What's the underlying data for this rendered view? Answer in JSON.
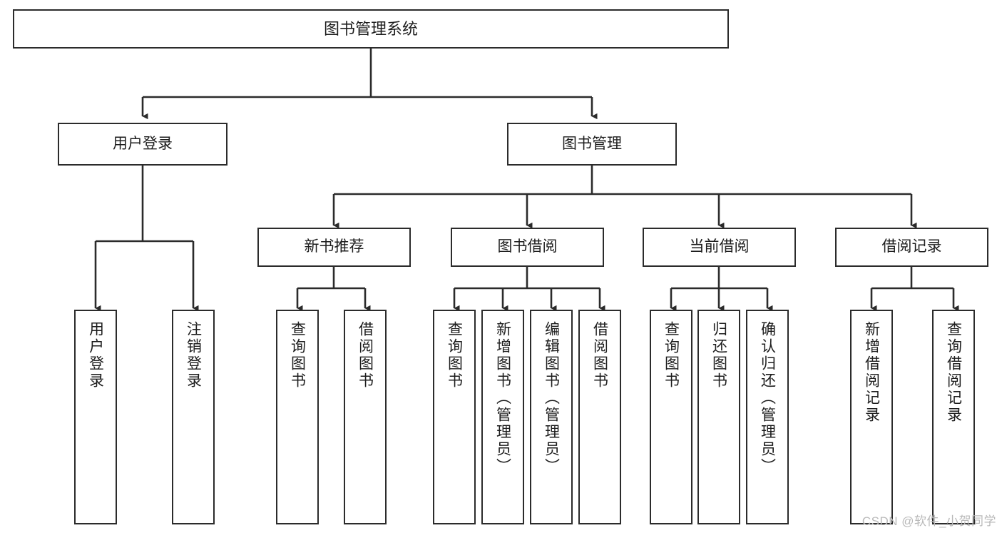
{
  "diagram": {
    "title": "图书管理系统",
    "type": "tree-hierarchy-diagram",
    "colors": {
      "background": "#ffffff",
      "stroke": "#2b2b2b",
      "text": "#1d1d1d",
      "watermark": "#b9b9b9"
    },
    "levels": {
      "root_label": "图书管理系统",
      "level2_labels": [
        "用户登录",
        "图书管理"
      ],
      "level3_labels": [
        "新书推荐",
        "图书借阅",
        "当前借阅",
        "借阅记录"
      ]
    },
    "nodes": {
      "root": {
        "label": "图书管理系统"
      },
      "user_login": {
        "label": "用户登录"
      },
      "book_manage": {
        "label": "图书管理"
      },
      "new_book_rec": {
        "label": "新书推荐"
      },
      "book_borrow": {
        "label": "图书借阅"
      },
      "current_borrow": {
        "label": "当前借阅"
      },
      "borrow_record": {
        "label": "借阅记录"
      }
    },
    "leaves": {
      "user_login_1": {
        "label": "用户登录"
      },
      "user_login_2": {
        "label": "注销登录"
      },
      "new_book_rec_1": {
        "label": "查询图书"
      },
      "new_book_rec_2": {
        "label": "借阅图书"
      },
      "book_borrow_1": {
        "label": "查询图书"
      },
      "book_borrow_2": {
        "label": "新增图书（管理员）"
      },
      "book_borrow_3": {
        "label": "编辑图书（管理员）"
      },
      "book_borrow_4": {
        "label": "借阅图书"
      },
      "current_borrow_1": {
        "label": "查询图书"
      },
      "current_borrow_2": {
        "label": "归还图书"
      },
      "current_borrow_3": {
        "label": "确认归还（管理员）"
      },
      "borrow_record_1": {
        "label": "新增借阅记录"
      },
      "borrow_record_2": {
        "label": "查询借阅记录"
      }
    },
    "watermark": "CSDN @软件_小贺同学"
  }
}
